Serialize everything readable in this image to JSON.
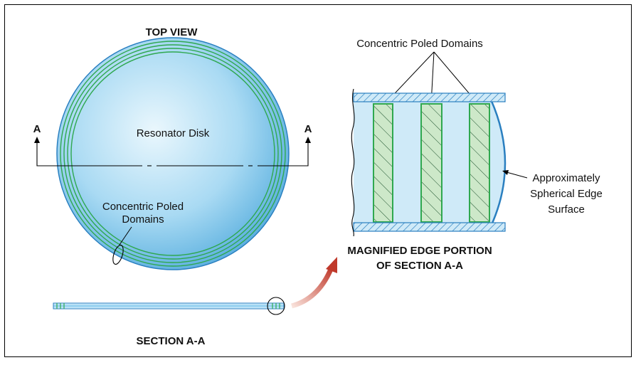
{
  "labels": {
    "top_view": "TOP VIEW",
    "resonator_disk": "Resonator Disk",
    "section_marker_left": "A",
    "section_marker_right": "A",
    "poled_domains_line1": "Concentric Poled",
    "poled_domains_line2": "Domains",
    "magnified_domains": "Concentric Poled Domains",
    "edge_line1": "Approximately",
    "edge_line2": "Spherical Edge",
    "edge_line3": "Surface",
    "magnified_title_line1": "MAGNIFIED EDGE PORTION",
    "magnified_title_line2": "OF SECTION A-A",
    "section_title": "SECTION A-A"
  },
  "colors": {
    "frame": "#000000",
    "disk_fill_light": "#dff3fc",
    "disk_fill_dark": "#5fb2e0",
    "disk_outline": "#2a7fc0",
    "domain_ring": "#2fa84f",
    "domain_fill": "#cde8c9",
    "material_fill": "#cfeaf8",
    "substrate_hatch": "#2a7fc0",
    "arrow_start": "#f6d3c8",
    "arrow_end": "#c0392b"
  }
}
